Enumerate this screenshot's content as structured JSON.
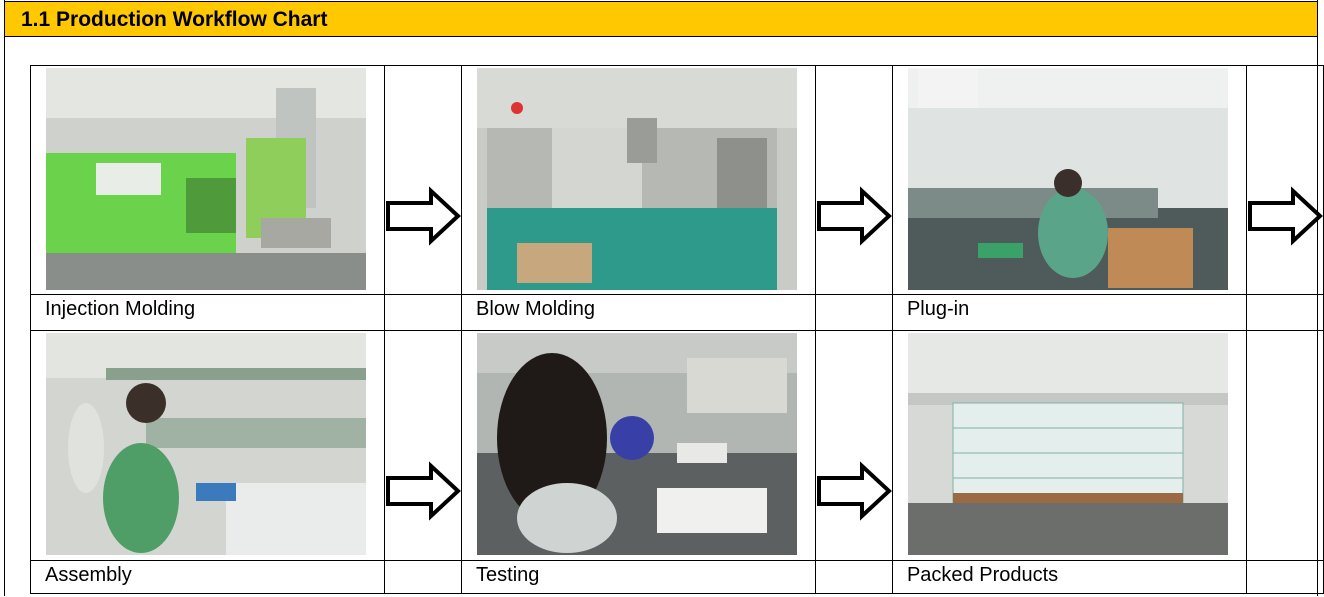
{
  "header": {
    "title": "1.1 Production Workflow Chart"
  },
  "steps": [
    {
      "label": "Injection Molding",
      "photo": "injection-molding-machine"
    },
    {
      "label": "Blow Molding",
      "photo": "blow-molding-machine"
    },
    {
      "label": "Plug-in",
      "photo": "plug-in-assembly-line"
    },
    {
      "label": "Assembly",
      "photo": "assembly-workers"
    },
    {
      "label": "Testing",
      "photo": "product-testing"
    },
    {
      "label": "Packed Products",
      "photo": "packed-products-warehouse"
    }
  ],
  "icons": {
    "arrow": "right-arrow-icon"
  },
  "colors": {
    "header_bg": "#ffc800"
  }
}
